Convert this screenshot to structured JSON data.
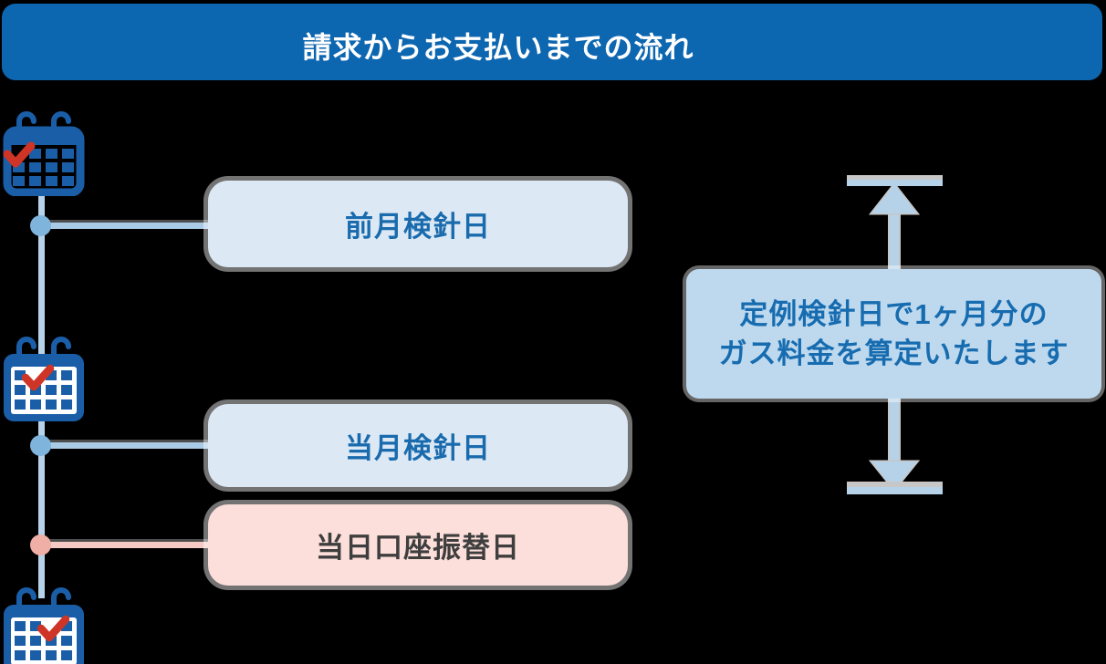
{
  "header": {
    "title": "請求からお支払いまでの流れ"
  },
  "flow": {
    "steps": [
      {
        "label": "前月検針日",
        "style": "blue"
      },
      {
        "label": "当月検針日",
        "style": "blue"
      },
      {
        "label": "当日口座振替日",
        "style": "pink"
      }
    ]
  },
  "annotation": {
    "line1": "定例検針日で1ヶ月分の",
    "line2": "ガス料金を算定いたします"
  },
  "icons": {
    "calendar_check_icon": "blue calendar grid with red checkmark",
    "span_arrow_icon": "vertical double-ended dimension arrow with end caps"
  },
  "colors": {
    "background": "#000000",
    "header_bg": "#0d66b0",
    "header_text": "#ffffff",
    "calendar_blue": "#1b5ea8",
    "check_red": "#ce3526",
    "box_blue_bg": "#dce9f5",
    "box_blue_text": "#1a6bad",
    "box_pink_bg": "#fcdfda",
    "box_pink_text": "#3e3e3e",
    "annotation_bg": "#bed9ee",
    "annotation_text": "#176cb0",
    "line_blue": "#a9cbe5",
    "line_pink": "#f5cac4",
    "dot_blue": "#7fb5dd",
    "dot_pink": "#efafa7",
    "arrow_blue": "#b6d2e9",
    "arrow_gray": "#c7c7c7"
  }
}
